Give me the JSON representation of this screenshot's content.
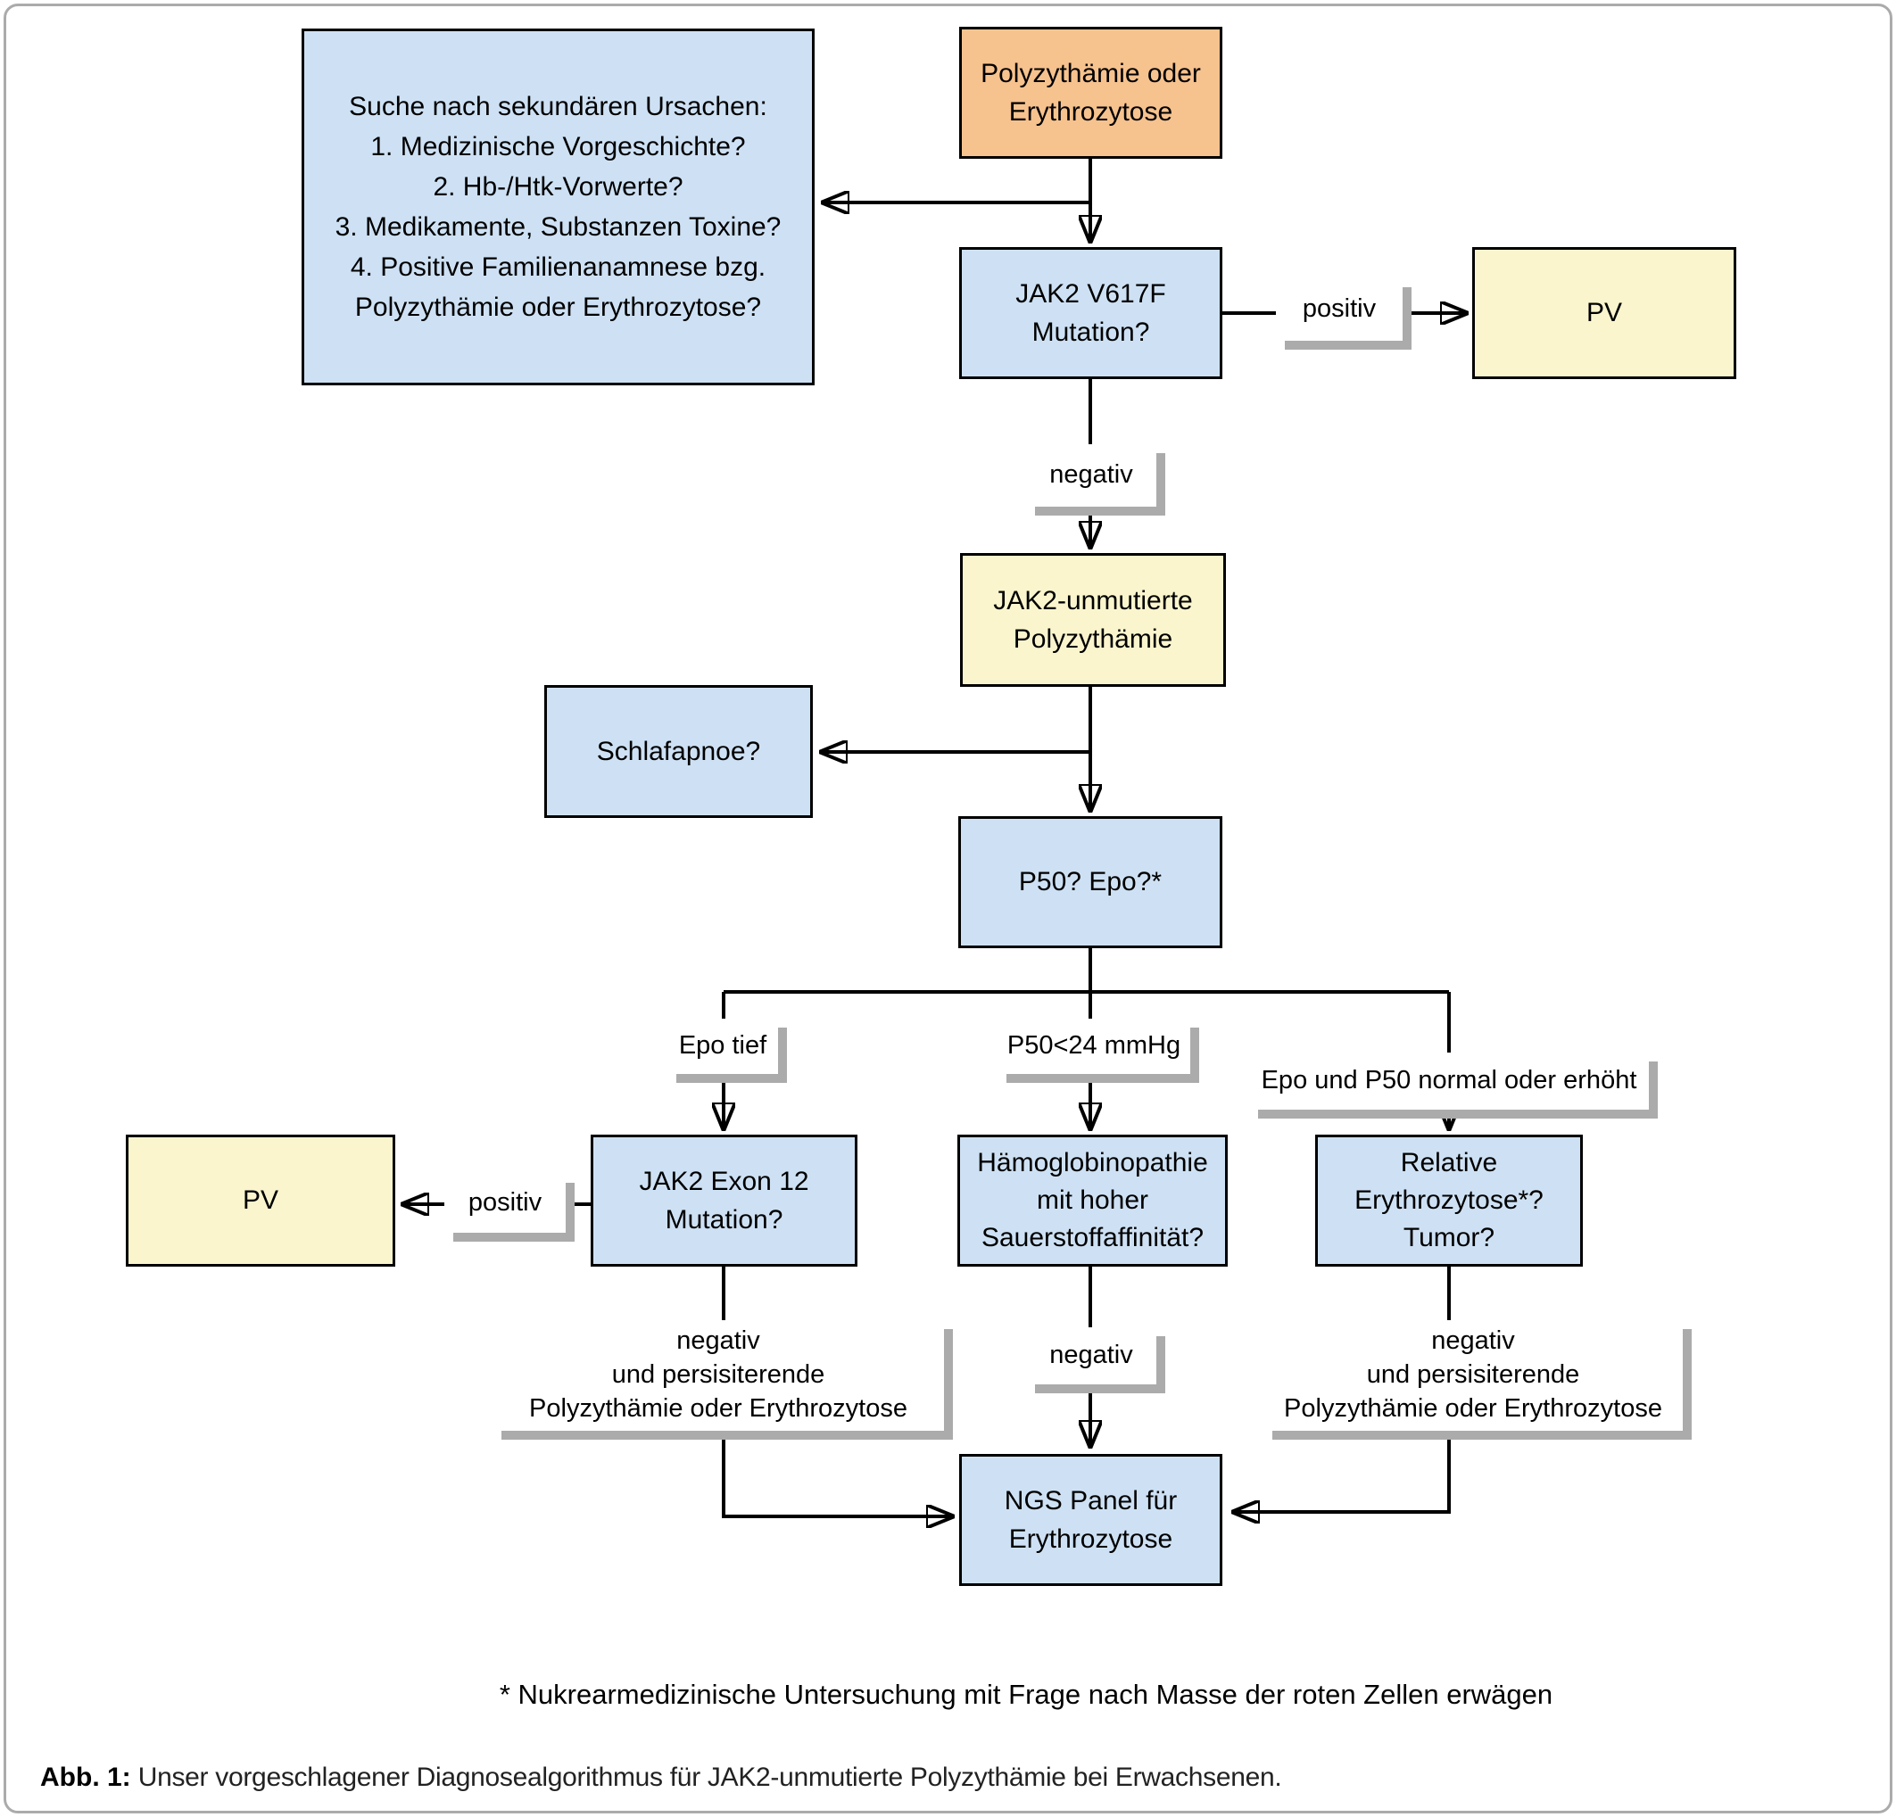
{
  "figure": {
    "footnote": "* Nukrearmedizinische Untersuchung mit Frage nach Masse der roten Zellen erwägen",
    "caption_label": "Abb. 1:",
    "caption_text": "Unser vorgeschlagener Diagnosealgorithmus für JAK2-unmutierte Polyzythämie bei Erwachsenen."
  },
  "nodes": {
    "start": {
      "text": "Polyzythämie oder\nErythrozytose"
    },
    "secondary_causes": {
      "text": "Suche nach sekundären Ursachen:\n1. Medizinische Vorgeschichte?\n2. Hb-/Htk-Vorwerte?\n3. Medikamente, Substanzen Toxine?\n4. Positive Familienanamnese bzg.\nPolyzythämie oder Erythrozytose?"
    },
    "jak2_v617f": {
      "text": "JAK2 V617F\nMutation?"
    },
    "pv_right": {
      "text": "PV"
    },
    "jak2_unmutierte": {
      "text": "JAK2-unmutierte\nPolyzythämie"
    },
    "schlafapnoe": {
      "text": "Schlafapnoe?"
    },
    "p50_epo": {
      "text": "P50? Epo?*"
    },
    "pv_left": {
      "text": "PV"
    },
    "jak2_exon12": {
      "text": "JAK2 Exon 12\nMutation?"
    },
    "haemoglobinopathie": {
      "text": "Hämoglobinopathie\nmit hoher\nSauerstoffaffinität?"
    },
    "relative_erythrozytose": {
      "text": "Relative\nErythrozytose*?\nTumor?"
    },
    "ngs_panel": {
      "text": "NGS Panel für\nErythrozytose"
    }
  },
  "labels": {
    "positiv_oben": "positiv",
    "negativ_oben": "negativ",
    "epo_tief": "Epo tief",
    "p50_unter_24": "P50<24 mmHg",
    "epo_p50_normal": "Epo und P50 normal oder erhöht",
    "positiv_unten": "positiv",
    "negativ_links": "negativ\nund persisiterende\nPolyzythämie oder Erythrozytose",
    "negativ_mitte": "negativ",
    "negativ_rechts": "negativ\nund persisiterende\nPolyzythämie oder Erythrozytose"
  },
  "colors": {
    "orange": "#F6C28E",
    "blue": "#CEE1F4",
    "yellow": "#FAF5CD",
    "shadow": "#ABABAB",
    "line": "#000000"
  }
}
